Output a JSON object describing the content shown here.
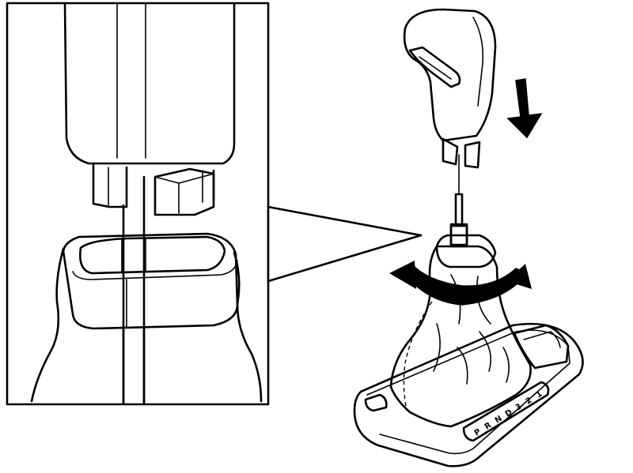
{
  "diagram": {
    "gear_positions": [
      "P",
      "R",
      "N",
      "D",
      "3",
      "2",
      "1"
    ],
    "colors": {
      "line": "#000000",
      "background": "#ffffff",
      "shade": "#b3b3b3",
      "shade_light": "#d9d9d9"
    },
    "arrows": {
      "push": "down-arrow",
      "turn": "rotate-arrow"
    }
  }
}
